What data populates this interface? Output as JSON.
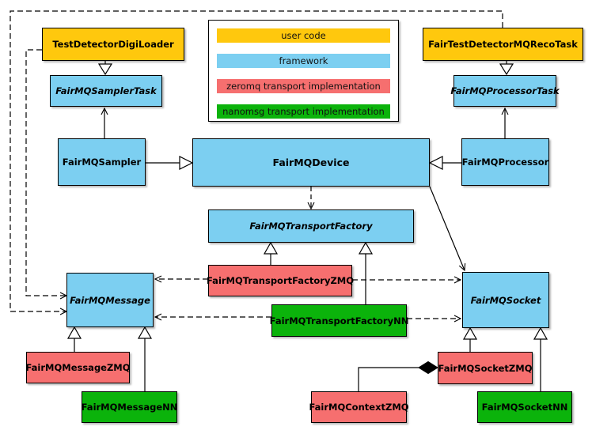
{
  "colors": {
    "user_code": "#FFC80D",
    "framework": "#7CCFF1",
    "zeromq": "#F66F6F",
    "nanomsg": "#0BB30B",
    "line": "#000000",
    "background": "#FFFFFF"
  },
  "legend": {
    "items": [
      {
        "label": "user code",
        "category": "user_code"
      },
      {
        "label": "framework",
        "category": "framework"
      },
      {
        "label": "zeromq transport implementation",
        "category": "zeromq"
      },
      {
        "label": "nanomsg transport implementation",
        "category": "nanomsg"
      }
    ]
  },
  "nodes": {
    "test_detector_digi_loader": {
      "label": "TestDetectorDigiLoader",
      "category": "user_code",
      "abstract": false
    },
    "fair_test_detector_mq_reco_task": {
      "label": "FairTestDetectorMQRecoTask",
      "category": "user_code",
      "abstract": false
    },
    "fairmq_sampler_task": {
      "label": "FairMQSamplerTask",
      "category": "framework",
      "abstract": true
    },
    "fairmq_processor_task": {
      "label": "FairMQProcessorTask",
      "category": "framework",
      "abstract": true
    },
    "fairmq_sampler": {
      "label": "FairMQSampler",
      "category": "framework",
      "abstract": false
    },
    "fairmq_device": {
      "label": "FairMQDevice",
      "category": "framework",
      "abstract": false
    },
    "fairmq_processor": {
      "label": "FairMQProcessor",
      "category": "framework",
      "abstract": false
    },
    "fairmq_transport_factory": {
      "label": "FairMQTransportFactory",
      "category": "framework",
      "abstract": true
    },
    "fairmq_transport_factory_zmq": {
      "label": "FairMQTransportFactoryZMQ",
      "category": "zeromq",
      "abstract": false
    },
    "fairmq_transport_factory_nn": {
      "label": "FairMQTransportFactoryNN",
      "category": "nanomsg",
      "abstract": false
    },
    "fairmq_message": {
      "label": "FairMQMessage",
      "category": "framework",
      "abstract": true
    },
    "fairmq_socket": {
      "label": "FairMQSocket",
      "category": "framework",
      "abstract": true
    },
    "fairmq_message_zmq": {
      "label": "FairMQMessageZMQ",
      "category": "zeromq",
      "abstract": false
    },
    "fairmq_message_nn": {
      "label": "FairMQMessageNN",
      "category": "nanomsg",
      "abstract": false
    },
    "fairmq_socket_zmq": {
      "label": "FairMQSocketZMQ",
      "category": "zeromq",
      "abstract": false
    },
    "fairmq_context_zmq": {
      "label": "FairMQContextZMQ",
      "category": "zeromq",
      "abstract": false
    },
    "fairmq_socket_nn": {
      "label": "FairMQSocketNN",
      "category": "nanomsg",
      "abstract": false
    }
  },
  "edges": [
    {
      "from": "TestDetectorDigiLoader",
      "to": "FairMQSamplerTask",
      "type": "generalization"
    },
    {
      "from": "FairTestDetectorMQRecoTask",
      "to": "FairMQProcessorTask",
      "type": "generalization"
    },
    {
      "from": "FairMQSampler",
      "to": "FairMQDevice",
      "type": "generalization"
    },
    {
      "from": "FairMQProcessor",
      "to": "FairMQDevice",
      "type": "generalization"
    },
    {
      "from": "FairMQSampler",
      "to": "FairMQSamplerTask",
      "type": "association"
    },
    {
      "from": "FairMQProcessor",
      "to": "FairMQProcessorTask",
      "type": "association"
    },
    {
      "from": "FairMQDevice",
      "to": "FairMQTransportFactory",
      "type": "dependency"
    },
    {
      "from": "FairMQDevice",
      "to": "FairMQSocket",
      "type": "association"
    },
    {
      "from": "FairMQTransportFactoryZMQ",
      "to": "FairMQTransportFactory",
      "type": "generalization"
    },
    {
      "from": "FairMQTransportFactoryNN",
      "to": "FairMQTransportFactory",
      "type": "generalization"
    },
    {
      "from": "FairMQTransportFactoryZMQ",
      "to": "FairMQMessage",
      "type": "dependency"
    },
    {
      "from": "FairMQTransportFactoryZMQ",
      "to": "FairMQSocket",
      "type": "dependency"
    },
    {
      "from": "FairMQTransportFactoryNN",
      "to": "FairMQMessage",
      "type": "dependency"
    },
    {
      "from": "FairMQTransportFactoryNN",
      "to": "FairMQSocket",
      "type": "dependency"
    },
    {
      "from": "TestDetectorDigiLoader",
      "to": "FairMQMessage",
      "type": "dependency"
    },
    {
      "from": "FairTestDetectorMQRecoTask",
      "to": "FairMQMessage",
      "type": "dependency"
    },
    {
      "from": "FairMQMessageZMQ",
      "to": "FairMQMessage",
      "type": "generalization"
    },
    {
      "from": "FairMQMessageNN",
      "to": "FairMQMessage",
      "type": "generalization"
    },
    {
      "from": "FairMQSocketZMQ",
      "to": "FairMQSocket",
      "type": "generalization"
    },
    {
      "from": "FairMQSocketNN",
      "to": "FairMQSocket",
      "type": "generalization"
    },
    {
      "from": "FairMQSocketZMQ",
      "to": "FairMQContextZMQ",
      "type": "composition"
    }
  ]
}
